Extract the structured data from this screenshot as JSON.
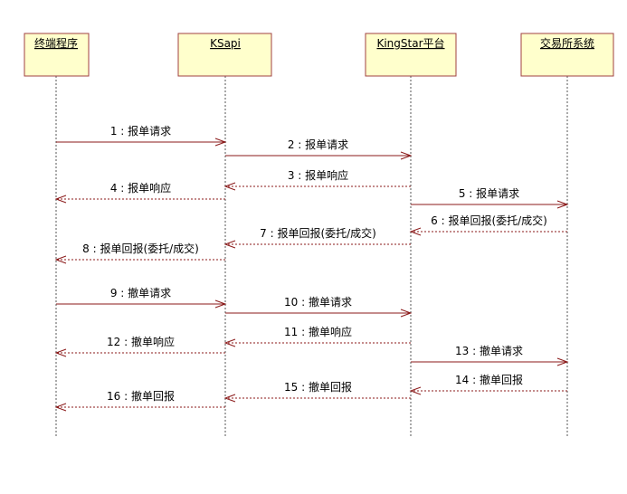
{
  "actors": [
    {
      "id": "terminal",
      "label": "终端程序"
    },
    {
      "id": "ksapi",
      "label": "KSapi"
    },
    {
      "id": "kingstar",
      "label": "KingStar平台"
    },
    {
      "id": "exchange",
      "label": "交易所系统"
    }
  ],
  "messages": [
    {
      "label": "1 : 报单请求",
      "from": "terminal",
      "to": "ksapi",
      "kind": "call"
    },
    {
      "label": "2 : 报单请求",
      "from": "ksapi",
      "to": "kingstar",
      "kind": "call"
    },
    {
      "label": "3 : 报单响应",
      "from": "kingstar",
      "to": "ksapi",
      "kind": "return"
    },
    {
      "label": "4 : 报单响应",
      "from": "ksapi",
      "to": "terminal",
      "kind": "return"
    },
    {
      "label": "5 : 报单请求",
      "from": "kingstar",
      "to": "exchange",
      "kind": "call"
    },
    {
      "label": "6 : 报单回报(委托/成交)",
      "from": "exchange",
      "to": "kingstar",
      "kind": "return"
    },
    {
      "label": "7 : 报单回报(委托/成交)",
      "from": "kingstar",
      "to": "ksapi",
      "kind": "return"
    },
    {
      "label": "8 : 报单回报(委托/成交)",
      "from": "ksapi",
      "to": "terminal",
      "kind": "return"
    },
    {
      "label": "9 : 撤单请求",
      "from": "terminal",
      "to": "ksapi",
      "kind": "call"
    },
    {
      "label": "10 : 撤单请求",
      "from": "ksapi",
      "to": "kingstar",
      "kind": "call"
    },
    {
      "label": "11 : 撤单响应",
      "from": "kingstar",
      "to": "ksapi",
      "kind": "return"
    },
    {
      "label": "12 : 撤单响应",
      "from": "ksapi",
      "to": "terminal",
      "kind": "return"
    },
    {
      "label": "13 : 撤单请求",
      "from": "kingstar",
      "to": "exchange",
      "kind": "call"
    },
    {
      "label": "14 : 撤单回报",
      "from": "exchange",
      "to": "kingstar",
      "kind": "return"
    },
    {
      "label": "15 : 撤单回报",
      "from": "kingstar",
      "to": "ksapi",
      "kind": "return"
    },
    {
      "label": "16 : 撤单回报",
      "from": "ksapi",
      "to": "terminal",
      "kind": "return"
    }
  ],
  "colors": {
    "box_fill": "#ffffcc",
    "box_border": "#a04040",
    "arrow": "#8b1a1a",
    "lifeline": "#555555"
  }
}
